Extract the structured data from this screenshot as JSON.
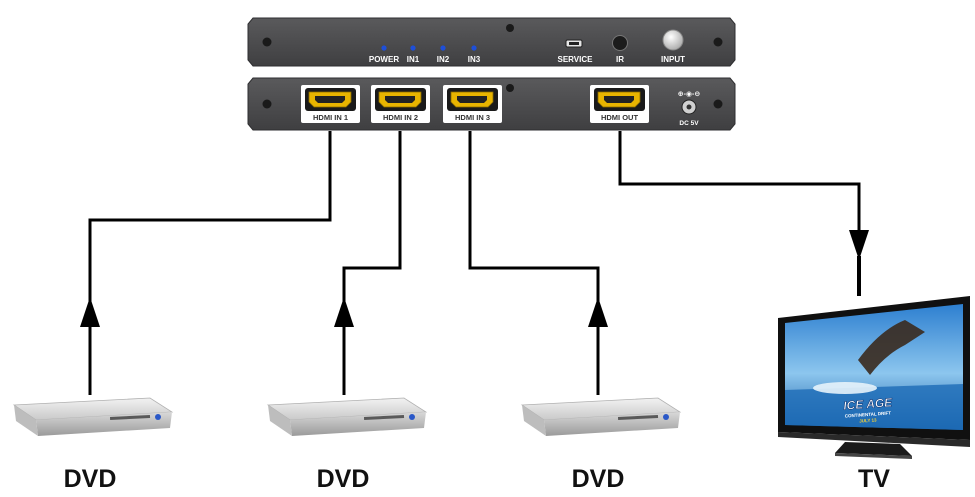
{
  "front_panel": {
    "leds": [
      "POWER",
      "IN1",
      "IN2",
      "IN3"
    ],
    "service_label": "SERVICE",
    "ir_label": "IR",
    "input_label": "INPUT"
  },
  "rear_panel": {
    "ports": [
      "HDMI IN 1",
      "HDMI IN 2",
      "HDMI IN 3",
      "HDMI OUT"
    ],
    "power_label": "DC 5V"
  },
  "devices": [
    "DVD",
    "DVD",
    "DVD",
    "TV"
  ],
  "tv_screen_text": {
    "title": "ICE AGE",
    "subtitle": "CONTINENTAL DRIFT",
    "date": "JULY 13"
  },
  "colors": {
    "panel": "#4b4b4d",
    "panel_edge": "#2e2e30",
    "led": "#1e4fd8",
    "hdmi_gold": "#e8b400",
    "line": "#000000"
  }
}
